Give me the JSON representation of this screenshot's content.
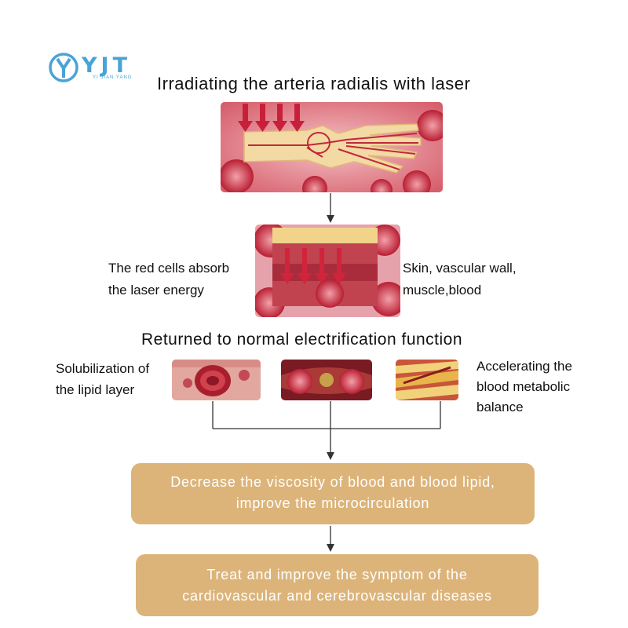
{
  "logo": {
    "text": "YJT",
    "sub": "YI JIAN YANG"
  },
  "title": "Irradiating the arteria radialis with laser",
  "absorb": {
    "line1": "The red cells absorb",
    "line2": "the laser energy"
  },
  "tissue": {
    "line1": "Skin, vascular wall,",
    "line2": "muscle,blood"
  },
  "subtitle": "Returned to normal electrification function",
  "effects": {
    "left": {
      "line1": "Solubilization of",
      "line2": "the lipid layer"
    },
    "right": {
      "line1": "Accelerating the",
      "line2": "blood metabolic",
      "line3": "balance"
    }
  },
  "result1": {
    "line1": "Decrease the viscosity of blood and blood lipid,",
    "line2": "improve the microcirculation"
  },
  "result2": {
    "line1": "Treat and improve the symptom of the",
    "line2": "cardiovascular and cerebrovascular diseases"
  },
  "colors": {
    "logo": "#4aa3d6",
    "box": "#dcb47a",
    "blood": "#c0283a",
    "hand": "#f3d9a3",
    "arrow": "#333333"
  }
}
